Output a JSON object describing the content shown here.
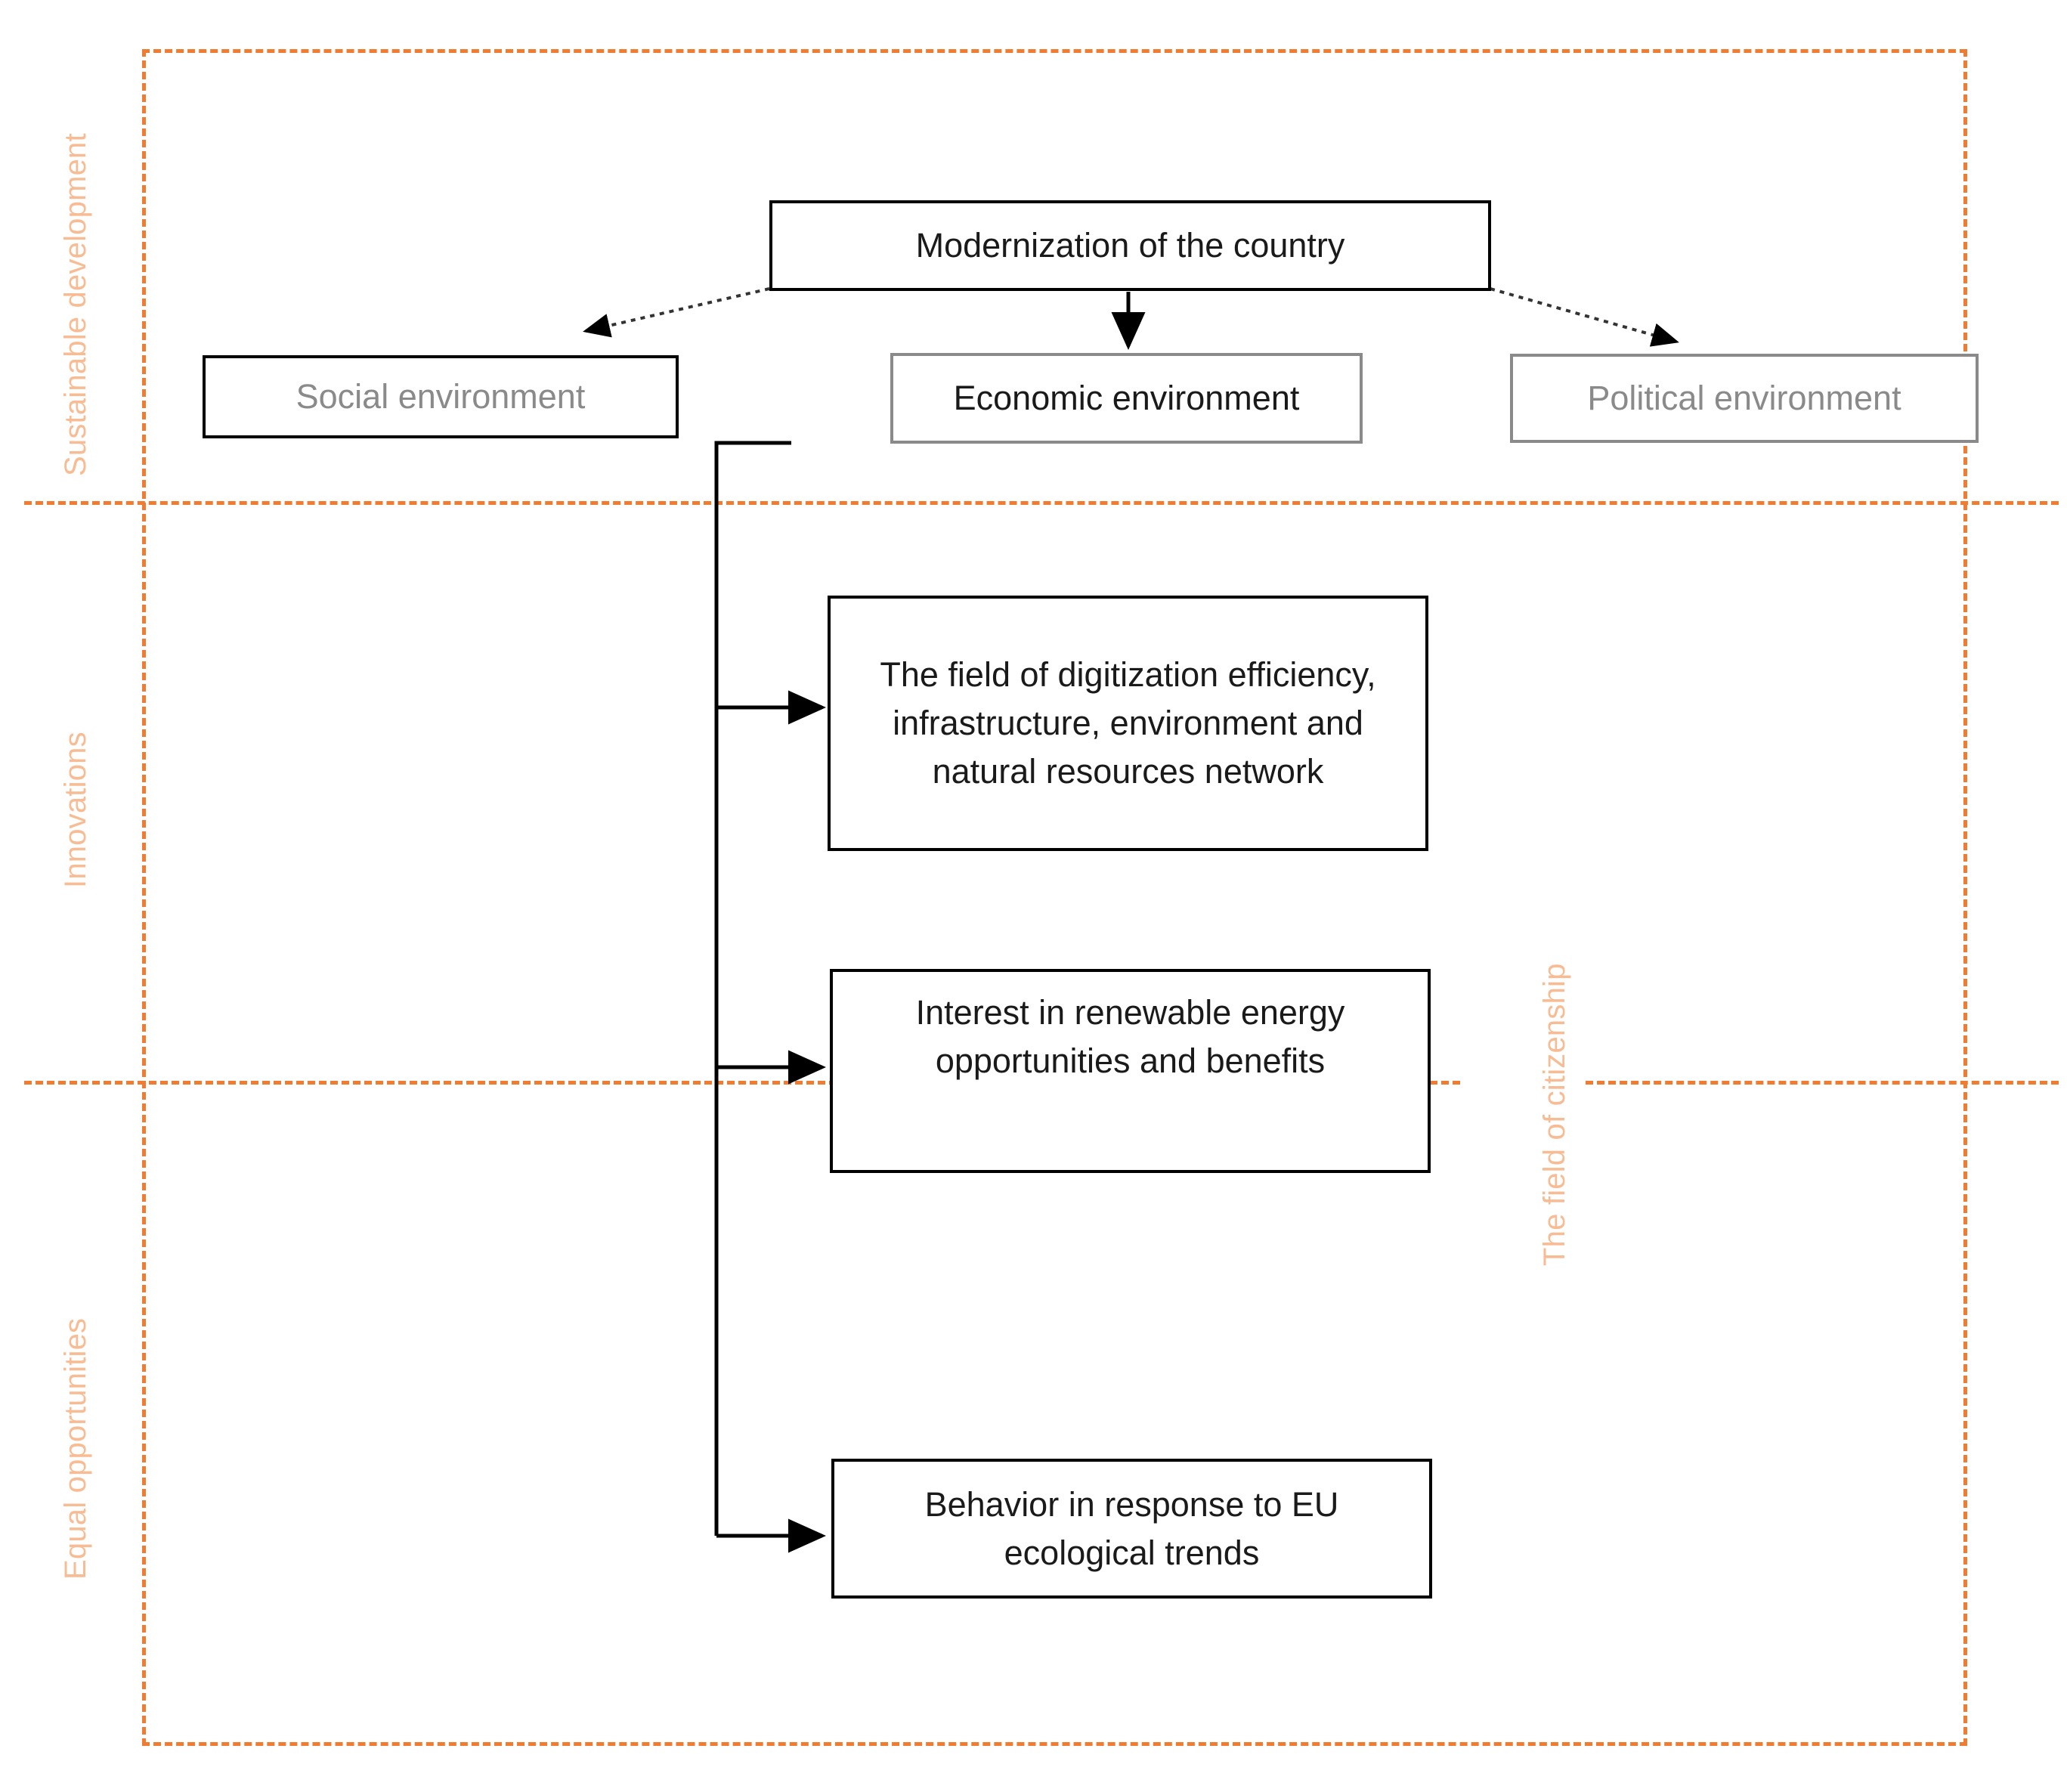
{
  "diagram": {
    "title_node": {
      "label": "Modernization of the country"
    },
    "level2": [
      {
        "label": "Social environment",
        "style": "gray-text-black-border"
      },
      {
        "label": "Economic environment",
        "style": "black-text-gray-border"
      },
      {
        "label": "Political environment",
        "style": "gray-text-gray-border"
      }
    ],
    "level3": [
      {
        "label": "The field of digitization efficiency, infrastructure, environment and natural resources network"
      },
      {
        "label": "Interest in renewable energy opportunities and benefits"
      },
      {
        "label": "Behavior in response to EU ecological trends"
      }
    ],
    "band_labels_left": [
      "Sustainable development",
      "Innovations",
      "Equal opportunities"
    ],
    "band_label_right": "The field of citizenship",
    "colors": {
      "dashed_frame": "#F07C32",
      "band_label_text": "#F7BC93",
      "node_border_black": "#000000",
      "node_border_gray": "#8a8a8a",
      "node_text_black": "#1a1a1a",
      "node_text_gray": "#8a8a8a",
      "connector": "#000000"
    }
  },
  "chart_data": {
    "type": "diagram",
    "title": "Modernization of the country framework",
    "nodes": [
      {
        "id": "root",
        "label": "Modernization of the country",
        "level": 1
      },
      {
        "id": "social",
        "label": "Social environment",
        "level": 2
      },
      {
        "id": "economic",
        "label": "Economic environment",
        "level": 2
      },
      {
        "id": "political",
        "label": "Political environment",
        "level": 2
      },
      {
        "id": "digit",
        "label": "The field of digitization efficiency, infrastructure, environment and natural resources network",
        "level": 3
      },
      {
        "id": "renew",
        "label": "Interest in renewable energy opportunities and benefits",
        "level": 3
      },
      {
        "id": "behave",
        "label": "Behavior in response to EU ecological trends",
        "level": 3
      }
    ],
    "edges": [
      {
        "from": "root",
        "to": "social",
        "style": "dotted-arrow"
      },
      {
        "from": "root",
        "to": "economic",
        "style": "solid-arrow"
      },
      {
        "from": "root",
        "to": "political",
        "style": "dotted-arrow"
      },
      {
        "from": "economic",
        "to": "digit",
        "style": "solid-arrow"
      },
      {
        "from": "economic",
        "to": "renew",
        "style": "solid-arrow"
      },
      {
        "from": "economic",
        "to": "behave",
        "style": "solid-arrow"
      }
    ],
    "bands": [
      {
        "label": "Sustainable development",
        "side": "left"
      },
      {
        "label": "Innovations",
        "side": "left"
      },
      {
        "label": "Equal opportunities",
        "side": "left"
      },
      {
        "label": "The field of citizenship",
        "side": "right"
      }
    ]
  }
}
